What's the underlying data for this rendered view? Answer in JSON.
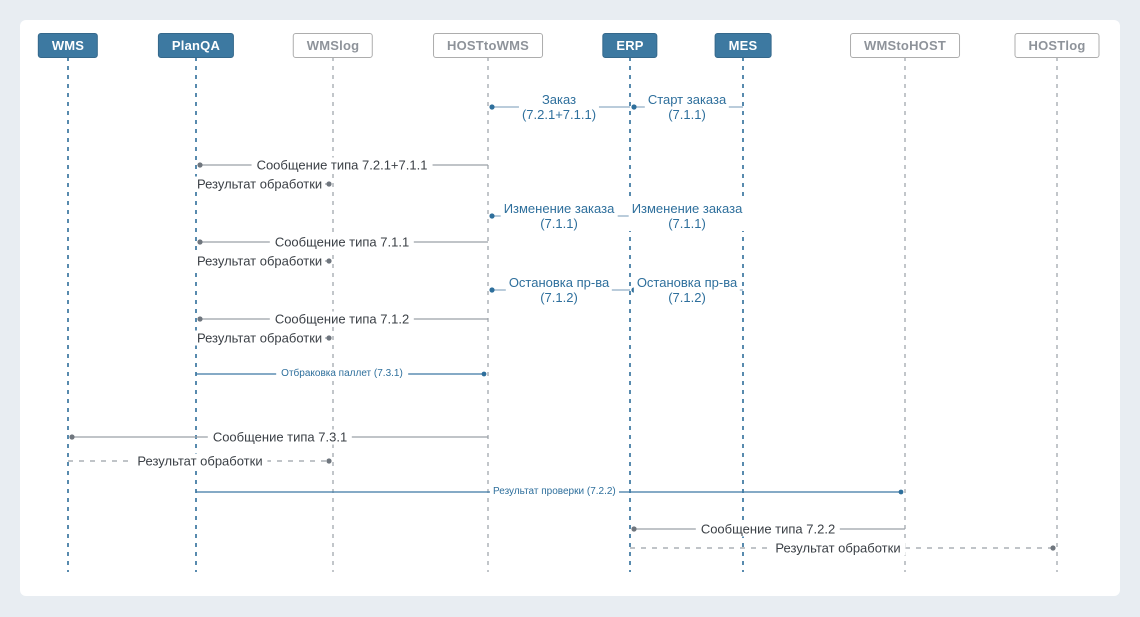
{
  "diagram": {
    "type": "sequence",
    "actors": [
      {
        "id": "wms",
        "label": "WMS",
        "style": "filled"
      },
      {
        "id": "planqa",
        "label": "PlanQA",
        "style": "filled"
      },
      {
        "id": "wmslog",
        "label": "WMSlog",
        "style": "outline"
      },
      {
        "id": "hosttowms",
        "label": "HOSTtoWMS",
        "style": "outline"
      },
      {
        "id": "erp",
        "label": "ERP",
        "style": "filled"
      },
      {
        "id": "mes",
        "label": "MES",
        "style": "filled"
      },
      {
        "id": "wmstohost",
        "label": "WMStoHOST",
        "style": "outline"
      },
      {
        "id": "hostlog",
        "label": "HOSTlog",
        "style": "outline"
      }
    ],
    "messages": [
      {
        "from": "erp",
        "to": "hosttowms",
        "label": "Заказ",
        "sub": "(7.2.1+7.1.1)",
        "line": "solid",
        "color": "blue"
      },
      {
        "from": "mes",
        "to": "erp",
        "label": "Старт заказа",
        "sub": "(7.1.1)",
        "line": "solid",
        "color": "blue"
      },
      {
        "from": "hosttowms",
        "to": "planqa",
        "label": "Сообщение типа 7.2.1+7.1.1",
        "sub": "",
        "line": "solid",
        "color": "gray"
      },
      {
        "from": "planqa",
        "to": "wmslog",
        "label": "Результат обработки",
        "sub": "",
        "line": "solid",
        "color": "gray"
      },
      {
        "from": "erp",
        "to": "hosttowms",
        "label": "Изменение заказа",
        "sub": "(7.1.1)",
        "line": "solid",
        "color": "blue"
      },
      {
        "from": "mes",
        "to": "erp",
        "label": "Изменение заказа",
        "sub": "(7.1.1)",
        "line": "solid",
        "color": "blue"
      },
      {
        "from": "hosttowms",
        "to": "planqa",
        "label": "Сообщение типа 7.1.1",
        "sub": "",
        "line": "solid",
        "color": "gray"
      },
      {
        "from": "planqa",
        "to": "wmslog",
        "label": "Результат обработки",
        "sub": "",
        "line": "solid",
        "color": "gray"
      },
      {
        "from": "erp",
        "to": "hosttowms",
        "label": "Остановка пр-ва",
        "sub": "(7.1.2)",
        "line": "solid",
        "color": "blue"
      },
      {
        "from": "mes",
        "to": "erp",
        "label": "Остановка пр-ва",
        "sub": "(7.1.2)",
        "line": "solid",
        "color": "blue"
      },
      {
        "from": "hosttowms",
        "to": "planqa",
        "label": "Сообщение типа 7.1.2",
        "sub": "",
        "line": "solid",
        "color": "gray"
      },
      {
        "from": "planqa",
        "to": "wmslog",
        "label": "Результат обработки",
        "sub": "",
        "line": "solid",
        "color": "gray"
      },
      {
        "from": "planqa",
        "to": "hosttowms",
        "label": "Отбраковка паллет (7.3.1)",
        "sub": "",
        "line": "solid",
        "color": "blue"
      },
      {
        "from": "hosttowms",
        "to": "wms",
        "label": "Сообщение типа 7.3.1",
        "sub": "",
        "line": "solid",
        "color": "gray"
      },
      {
        "from": "wms",
        "to": "wmslog",
        "label": "Результат обработки",
        "sub": "",
        "line": "dashed",
        "color": "gray"
      },
      {
        "from": "planqa",
        "to": "wmstohost",
        "label": "Результат проверки (7.2.2)",
        "sub": "",
        "line": "solid",
        "color": "blue"
      },
      {
        "from": "wmstohost",
        "to": "erp",
        "label": "Сообщение типа 7.2.2",
        "sub": "",
        "line": "solid",
        "color": "gray"
      },
      {
        "from": "erp",
        "to": "hostlog",
        "label": "Результат обработки",
        "sub": "",
        "line": "dashed",
        "color": "gray"
      }
    ],
    "colors": {
      "actor_fill": "#3d79a1",
      "blue_text": "#2e6f9c",
      "blue_line_light": "#a3bccf",
      "blue_line": "#3c78a5",
      "gray_line": "#9aa0a6",
      "dark_text": "#3a3f45",
      "page_background": "#e8edf2",
      "panel_background": "#ffffff"
    }
  }
}
